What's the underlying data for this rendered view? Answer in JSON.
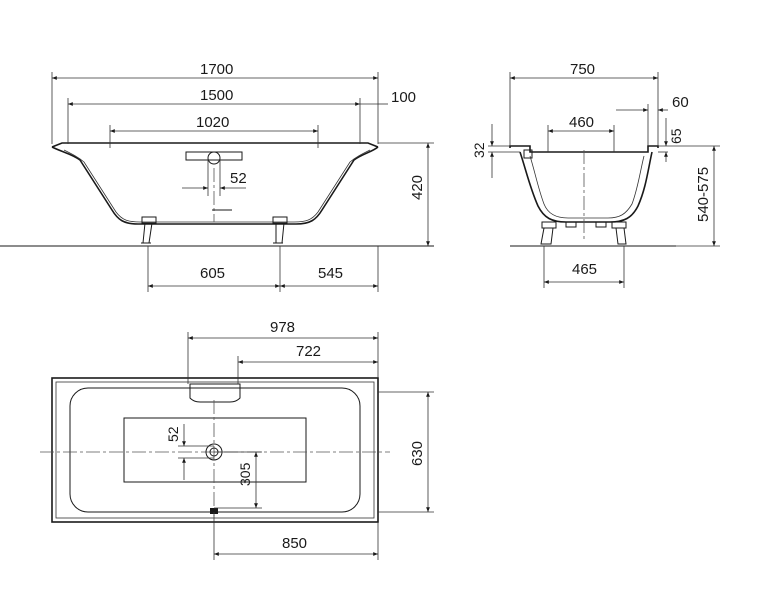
{
  "dimensions": {
    "front_length_total": "1700",
    "front_length_inner": "1500",
    "front_rim_width": "100",
    "front_bottom_length": "1020",
    "front_drain_offset": "52",
    "front_height": "420",
    "front_leg_left": "605",
    "front_leg_right": "545",
    "side_width_total": "750",
    "side_rim": "60",
    "side_bottom_width": "460",
    "side_rim_height": "65",
    "side_lip_height": "32",
    "side_total_height": "540-575",
    "side_leg_span": "465",
    "plan_overflow_to_end": "978",
    "plan_overflow_to_drain": "722",
    "plan_drain_offset": "52",
    "plan_drain_to_edge": "305",
    "plan_width": "630",
    "plan_drain_to_end": "850"
  }
}
